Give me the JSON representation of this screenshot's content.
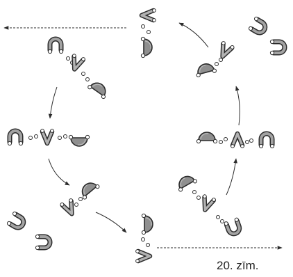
{
  "caption": "20. zīm.",
  "colors": {
    "line": "#2b2b2b",
    "fill_dark": "#8a8a8a",
    "fill_mid": "#9d9d9d",
    "fill_light": "#b9b9b9",
    "bead": "#ffffff"
  },
  "icons": {
    "arrow": "arrow",
    "hook": "u-shaped-hook",
    "vee": "v-shaped-link",
    "dome": "dome-half-disc",
    "bead": "small-bead"
  }
}
